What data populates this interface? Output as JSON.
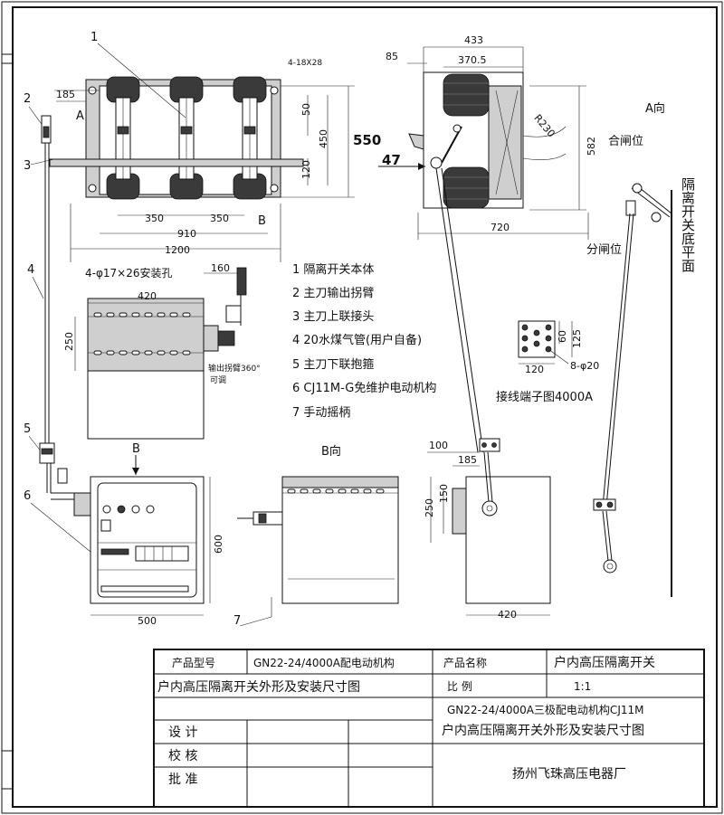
{
  "part_numbers": [
    "1",
    "2",
    "3",
    "4",
    "5",
    "6",
    "7"
  ],
  "front_view": {
    "hole_note": "4-18X28",
    "dims": {
      "d185": "185",
      "d550": "550",
      "d450": "450",
      "d50": "50",
      "d120": "120",
      "d350a": "350",
      "d350b": "350",
      "d910": "910",
      "d1200": "1200"
    },
    "arrow_a": "A",
    "arrow_b": "B"
  },
  "mech_top": {
    "hole_note": "4-φ17×26安装孔",
    "d420": "420",
    "d250": "250",
    "d160": "160",
    "arm_note": "输出拐臂360°",
    "arm_note2": "可调"
  },
  "legend": [
    "1 隔离开关本体",
    "2 主刀输出拐臂",
    "3 主刀上联接头",
    "4 20水煤气管(用户自备)",
    "5  主刀下联抱箍",
    "6 CJ11M-G免维护电动机构",
    "7 手动摇柄"
  ],
  "side_view": {
    "d433": "433",
    "d85": "85",
    "d370": "370.5",
    "r230": "R230",
    "d582": "582",
    "d47": "47",
    "d720": "720",
    "closed": "合闸位",
    "open": "分闸位",
    "a_view": "A向",
    "bottom_plane": "隔离开关底平面"
  },
  "terminal": {
    "d60": "60",
    "d125": "125",
    "d120": "120",
    "holes": "8-φ20",
    "caption": "接线端子图4000A"
  },
  "mech_front": {
    "b_arrow": "B",
    "d600": "600",
    "d500": "500"
  },
  "b_view": {
    "title": "B向"
  },
  "lower_side": {
    "d100": "100",
    "d185": "185",
    "d150": "150",
    "d250": "250",
    "d420": "420"
  },
  "title_block": {
    "model_label": "产品型号",
    "model_value": "GN22-24/4000A配电动机构",
    "name_label": "产品名称",
    "name_value": "户内高压隔离开关",
    "drawing_title": "户内高压隔离开关外形及安装尺寸图",
    "scale_label": "比   例",
    "scale_value": "1:1",
    "desc_line1": "GN22-24/4000A三极配电动机构CJ11M",
    "desc_line2": "户内高压隔离开关外形及安装尺寸图",
    "design": "设   计",
    "check": "校   核",
    "approve": "批   准",
    "company": "扬州飞珠高压电器厂"
  }
}
